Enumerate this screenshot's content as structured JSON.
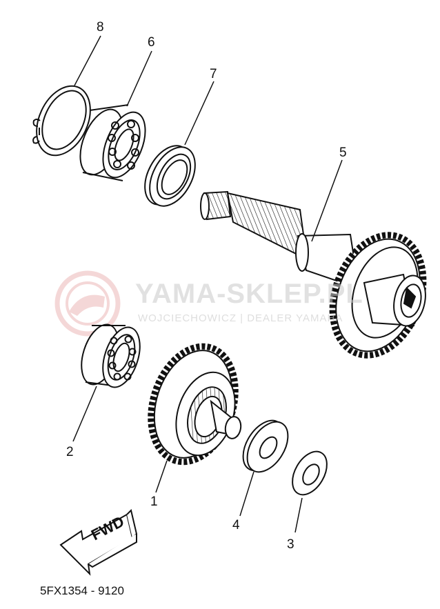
{
  "watermark": {
    "title": "YAMA-SKLEP.PL",
    "subtitle": "WOJCIECHOWICZ | DEALER YAMAHA"
  },
  "part_labels": {
    "p1": "1",
    "p2": "2",
    "p3": "3",
    "p4": "4",
    "p5": "5",
    "p6": "6",
    "p7": "7",
    "p8": "8"
  },
  "fwd_label": "FWD",
  "part_code": "5FX1354 - 9120",
  "colors": {
    "line": "#111111",
    "watermark_logo": "#e7a7a7",
    "watermark_text": "#c8c8c8"
  }
}
